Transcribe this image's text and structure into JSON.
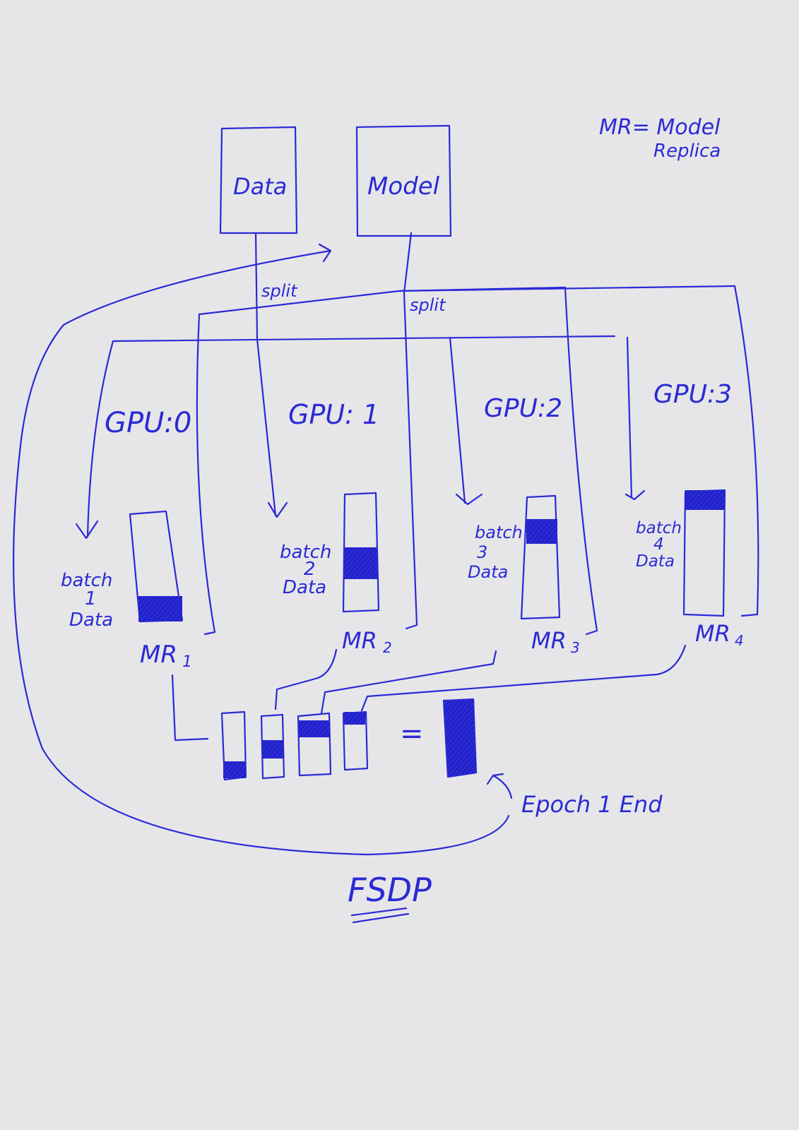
{
  "ink_color": "#2a2ad6",
  "background_color": "#e6e6e8",
  "legend": {
    "line1": "MR= Model",
    "line2": "Replica"
  },
  "sources": {
    "data_label": "Data",
    "model_label": "Model"
  },
  "split_labels": {
    "data_split": "split",
    "model_split": "split"
  },
  "gpus": [
    {
      "gpu_label": "GPU:0",
      "batch_line1": "batch",
      "batch_line2": "1",
      "batch_line3": "Data",
      "replica_main": "MR",
      "replica_sub": "1",
      "fill_fraction": 0.25
    },
    {
      "gpu_label": "GPU: 1",
      "batch_line1": "batch",
      "batch_line2": "2",
      "batch_line3": "Data",
      "replica_main": "MR",
      "replica_sub": "2",
      "fill_fraction": 0.25
    },
    {
      "gpu_label": "GPU:2",
      "batch_line1": "batch",
      "batch_line2": "3",
      "batch_line3": "Data",
      "replica_main": "MR",
      "replica_sub": "3",
      "fill_fraction": 0.2
    },
    {
      "gpu_label": "GPU:3",
      "batch_line1": "batch",
      "batch_line2": "4",
      "batch_line3": "Data",
      "replica_main": "MR",
      "replica_sub": "4",
      "fill_fraction": 0.15
    }
  ],
  "aggregation": {
    "equals_sign": "="
  },
  "epoch_label": "Epoch 1 End",
  "title": "FSDP"
}
